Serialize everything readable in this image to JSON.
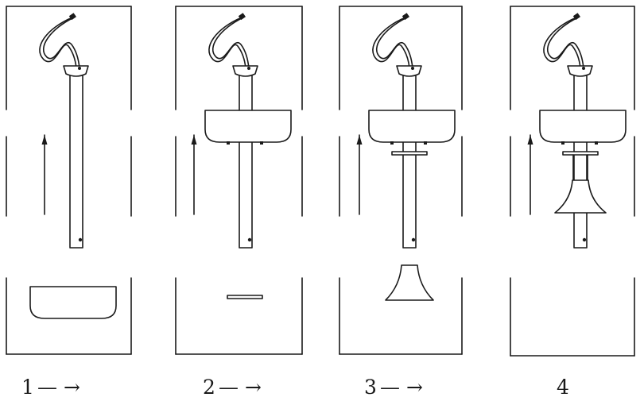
{
  "steps": [
    {
      "number": "1",
      "arrow": "— →",
      "part": "canopy"
    },
    {
      "number": "2",
      "arrow": "— →",
      "part": "flat-washer"
    },
    {
      "number": "3",
      "arrow": "— →",
      "part": "bell-cover"
    },
    {
      "number": "4",
      "arrow": "",
      "part": "assembled"
    }
  ],
  "colors": {
    "ink": "#1a1a1a",
    "background": "#ffffff"
  }
}
